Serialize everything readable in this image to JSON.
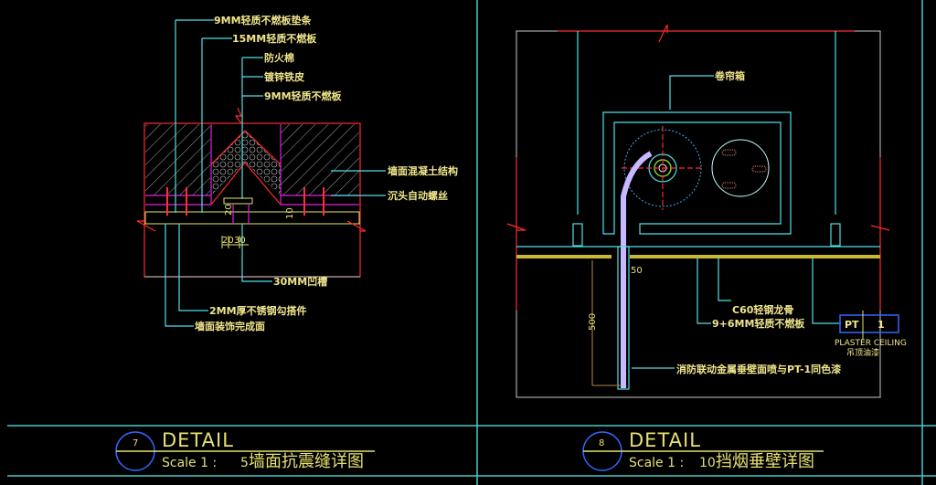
{
  "colors": {
    "background": "#000000",
    "leader": "#4fe0e8",
    "text": "#e6e070",
    "break_line": "#ff2a2a",
    "outline": "#c8c8c8",
    "frame": "#4cc8c8",
    "callout_circle": "#3366ff"
  },
  "detail_7": {
    "number": "7",
    "title": "DETAIL",
    "scale_prefix": "Scale 1 : ",
    "scale_value": "5",
    "name": "墙面抗震缝详图",
    "labels": {
      "gypsum_strip": "9MM轻质不燃板垫条",
      "gypsum_15": "15MM轻质不燃板",
      "fire_wool": "防火棉",
      "galvanized_sheet": "镀锌铁皮",
      "gypsum_9": "9MM轻质不燃板",
      "concrete": "墙面混凝土结构",
      "screw": "沉头自动螺丝",
      "groove": "30MM凹槽",
      "steel_hook": "2MM厚不锈钢勾搭件",
      "finish_face": "墙面装饰完成面"
    },
    "dims": {
      "d1": "20",
      "d2": "30",
      "v1": "20",
      "v2": "10"
    }
  },
  "detail_8": {
    "number": "8",
    "title": "DETAIL",
    "scale_prefix": "Scale 1 :",
    "scale_value": "10",
    "name": "挡烟垂壁详图",
    "labels": {
      "roller_box": "卷帘箱",
      "c60": "C60轻钢龙骨",
      "board": "9+6MM轻质不燃板",
      "smoke_curtain": "消防联动金属垂壁面喷与PT-1同色漆",
      "tag_pt": "PT",
      "tag_num": "1",
      "plaster": "PLASTER CEILING",
      "paint": "吊顶油漆"
    },
    "dims": {
      "width": "50",
      "height": "500"
    }
  }
}
